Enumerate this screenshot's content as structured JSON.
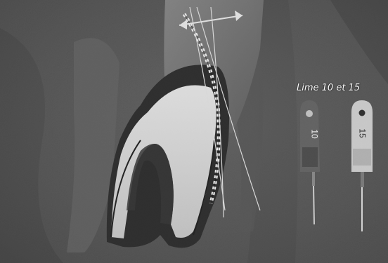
{
  "scene": {
    "caption": "Lime 10 et 15",
    "file_labels": [
      "10",
      "15"
    ],
    "colors": {
      "background": "#4a4a4a",
      "enamel": "#b8b8b8",
      "dentin_band": "#1f1f1f",
      "root_canal": "#e6e6e6",
      "file_handle_10": "#5f5f5f",
      "file_handle_15": "#d9d9d9"
    }
  }
}
